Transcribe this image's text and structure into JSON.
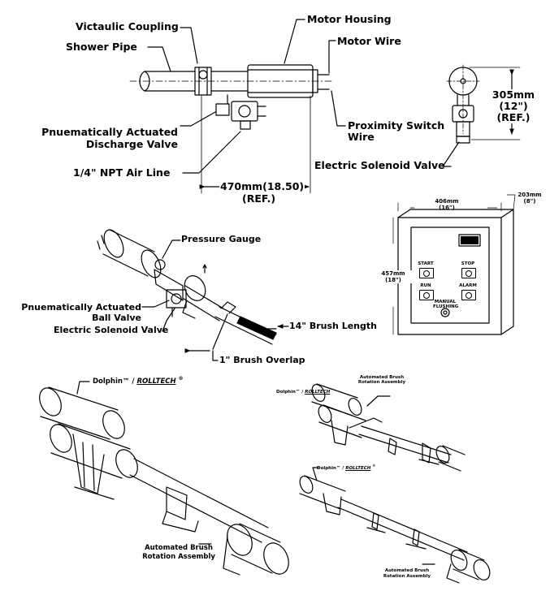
{
  "labels": {
    "victaulic_coupling": "Victaulic Coupling",
    "motor_housing": "Motor Housing",
    "shower_pipe": "Shower Pipe",
    "motor_wire": "Motor Wire",
    "discharge_valve_1": "Pnuematically Actuated",
    "discharge_valve_2": "Discharge Valve",
    "proximity_switch_1": "Proximity Switch",
    "proximity_switch_2": "Wire",
    "air_line": "1/4\" NPT Air Line",
    "solenoid_valve_top": "Electric Solenoid Valve",
    "dim_length_1": "470mm(18.50)",
    "dim_length_2": "(REF.)",
    "dim_height_1": "305mm",
    "dim_height_2": "(12\")",
    "dim_height_3": "(REF.)",
    "pressure_gauge": "Pressure Gauge",
    "ball_valve_1": "Pnuematically Actuated",
    "ball_valve_2": "Ball Valve",
    "solenoid_valve_mid": "Electric Solenoid Valve",
    "brush_length": "14\" Brush Length",
    "brush_overlap": "1\" Brush Overlap",
    "dolphin_left": "Dolphin™ /",
    "rolltech_left": "ROLLTECH",
    "reg_left": "®",
    "rotation_left_1": "Automated Brush",
    "rotation_left_2": "Rotation Assembly",
    "dolphin_tr": "Dolphin™ /",
    "rolltech_tr": "ROLLTECH",
    "rotation_tr_1": "Automated Brush",
    "rotation_tr_2": "Rotation Assembly",
    "dolphin_br": "Dolphin™ /",
    "rolltech_br": "ROLLTECH",
    "reg_br": "®",
    "rotation_br_1": "Automated Brush",
    "rotation_br_2": "Rotation Assembly"
  },
  "panel": {
    "width_mm": "406mm",
    "width_in": "(16\")",
    "depth_mm": "203mm",
    "depth_in": "(8\")",
    "height_mm": "457mm",
    "height_in": "(18\")",
    "buttons": [
      "START",
      "STOP",
      "RUN",
      "ALARM"
    ],
    "manual_1": "MANUAL",
    "manual_2": "FLUSHING"
  },
  "colors": {
    "line": "#000000",
    "background": "#ffffff"
  }
}
